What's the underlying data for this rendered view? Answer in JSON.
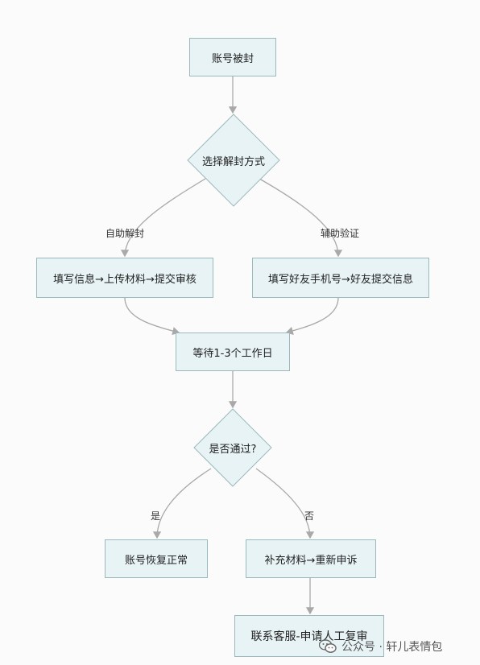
{
  "diagram": {
    "nodes": {
      "banned": "账号被封",
      "choose": "选择解封方式",
      "self_steps": "填写信息→上传材料→提交审核",
      "assist_steps": "填写好友手机号→好友提交信息",
      "wait": "等待1-3个工作日",
      "passed": "是否通过?",
      "restored": "账号恢复正常",
      "resubmit": "补充材料→重新申诉",
      "contact": "联系客服-申请人工复审"
    },
    "edges": {
      "self_service": "自助解封",
      "assisted": "辅助验证",
      "yes": "是",
      "no": "否"
    }
  },
  "watermark": {
    "text": "公众号 · 轩儿表情包",
    "icon": "wechat-icon"
  },
  "colors": {
    "node_fill": "#e8f3f5",
    "node_border": "#9bb9bd",
    "edge": "#a9a9a9",
    "text": "#222222"
  }
}
